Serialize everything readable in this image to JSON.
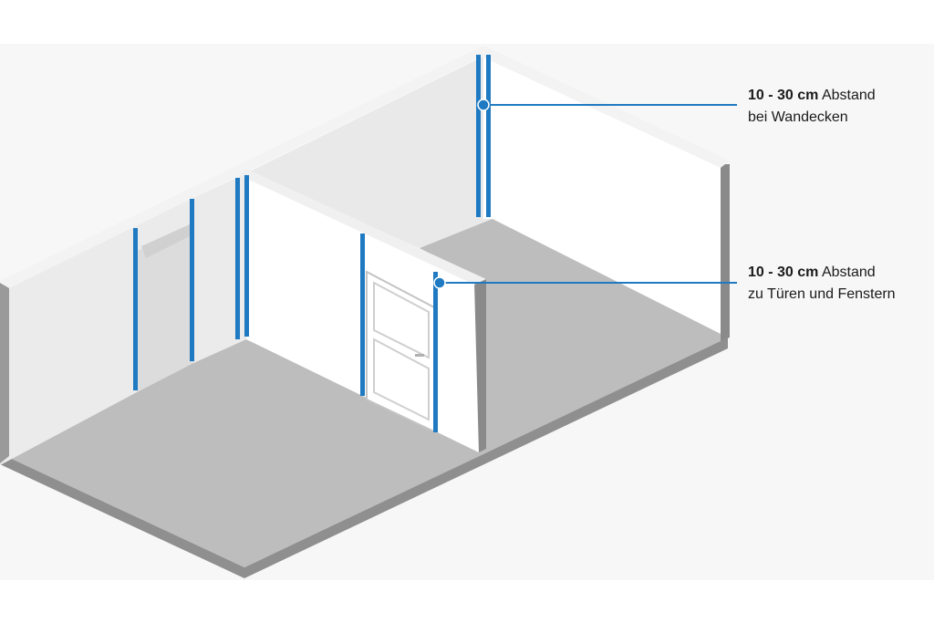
{
  "colors": {
    "marker_blue": "#1f7ac2",
    "floor": "#bdbdbd",
    "floor_edge": "#8f8f8f",
    "wall_shade": "#ececec",
    "wall_light": "#ffffff",
    "text": "#1a1a1a"
  },
  "callouts": [
    {
      "distance": "10 - 30 cm",
      "word": "Abstand",
      "line2": "bei Wandecken"
    },
    {
      "distance": "10 - 30 cm",
      "word": "Abstand",
      "line2": "zu Türen und Fenstern"
    }
  ],
  "icons": {
    "door": "door-icon",
    "marker": "blue-dot-marker"
  }
}
